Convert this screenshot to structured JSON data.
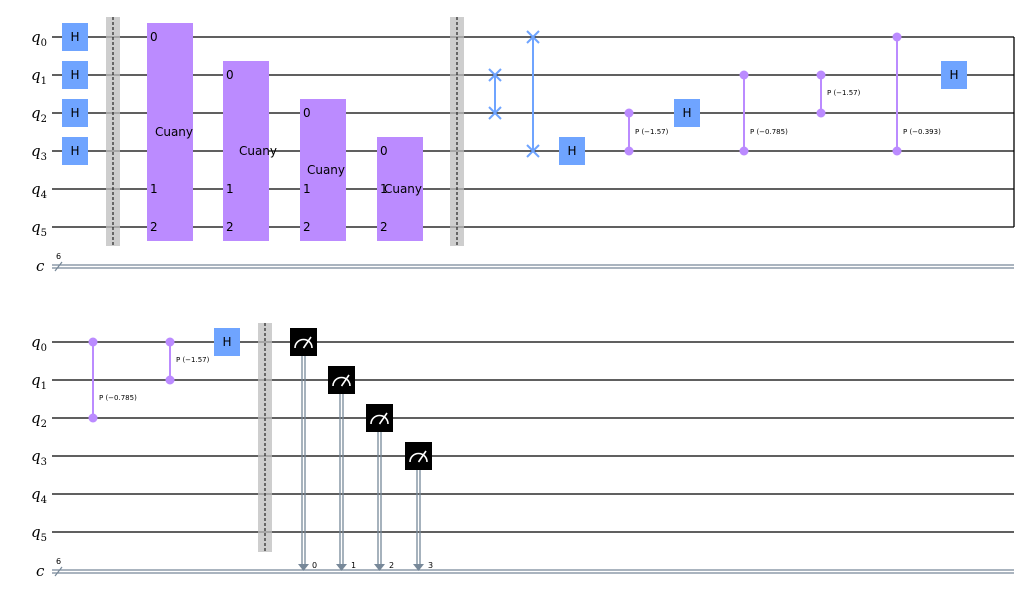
{
  "circuit": {
    "qubit_labels": [
      "q0",
      "q1",
      "q2",
      "q3",
      "q4",
      "q5"
    ],
    "qubit_base": "q",
    "qubit_indices": [
      "0",
      "1",
      "2",
      "3",
      "4",
      "5"
    ],
    "classical_label": "c",
    "classical_width": "6",
    "h_label": "H",
    "cuany_label": "Cuany",
    "cuany_ports": [
      "0",
      "1",
      "2"
    ],
    "phases": {
      "p1": "P (−1.57)",
      "p2": "P (−0.785)",
      "p3": "P (−1.57)",
      "p4": "P (−0.393)",
      "p5": "P (−0.785)",
      "p6": "P (−1.57)"
    },
    "measure_bits": [
      "0",
      "1",
      "2",
      "3"
    ]
  },
  "colors": {
    "h_gate": "#6fa4ff",
    "custom_gate": "#bb8bff",
    "controlled_phase": "#bb8bff",
    "measure": "#000000",
    "classical_wire": "#778899"
  }
}
